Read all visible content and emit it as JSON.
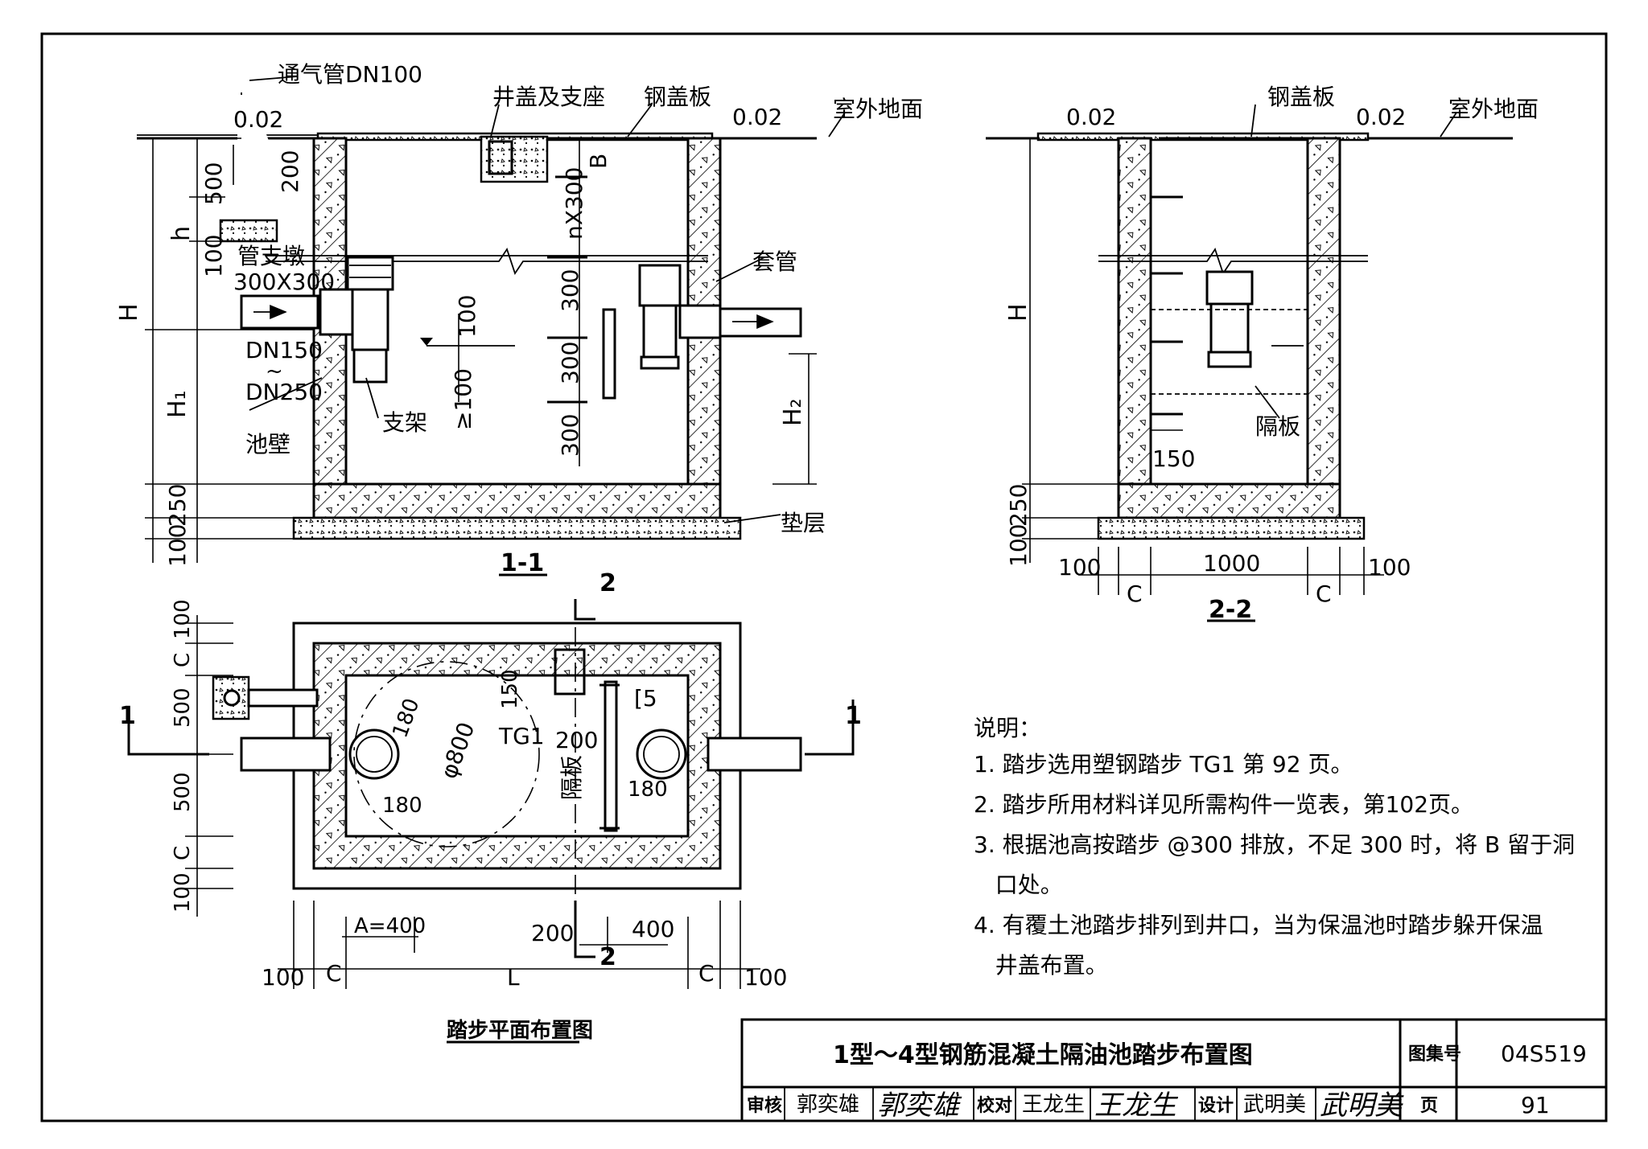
{
  "section_1_1": {
    "title": "1-1",
    "vent_pipe": "通气管DN100",
    "slope_left": "0.02",
    "slope_right": "0.02",
    "cover_support": "井盖及支座",
    "steel_cover": "钢盖板",
    "outdoor_ground": "室外地面",
    "pier": "管支墩",
    "pier_size": "300X300",
    "sleeve": "套管",
    "inlet_dn_top": "DN150",
    "inlet_dn_tilde": "~",
    "inlet_dn_bottom": "DN250",
    "support": "支架",
    "pool_wall": "池壁",
    "cushion": "垫层",
    "H": "H",
    "h": "h",
    "H1": "H₁",
    "H2": "H₂",
    "B": "B",
    "d500": "500",
    "d200": "200",
    "d100a": "100",
    "d100b": "100",
    "nx300": "nX300",
    "d300a": "300",
    "d300b": "300",
    "d300c": "300",
    "ge100": "≥100",
    "d250": "250",
    "d100c": "100"
  },
  "section_2_2": {
    "title": "2-2",
    "slope_left": "0.02",
    "slope_right": "0.02",
    "steel_cover": "钢盖板",
    "outdoor_ground": "室外地面",
    "H": "H",
    "baffle": "隔板",
    "d150": "150",
    "d250": "250",
    "d100": "100",
    "w100_left": "100",
    "w1000": "1000",
    "w100_right": "100",
    "C_left": "C",
    "C_right": "C"
  },
  "plan": {
    "title": "踏步平面布置图",
    "cut_1_left": "1",
    "cut_1_right": "1",
    "cut_2_top": "2",
    "cut_2_bottom": "2",
    "d180a": "180",
    "phi800": "φ800",
    "d150": "150",
    "TG1": "TG1",
    "C5": "[5",
    "d200": "200",
    "baffle": "隔板",
    "d180b": "180",
    "d180c": "180",
    "v100_top": "100",
    "vC_top": "C",
    "v500a": "500",
    "v500b": "500",
    "vC_bottom": "C",
    "v100_bottom": "100",
    "A400": "A=400",
    "w200": "200",
    "w400": "400",
    "w100_left": "100",
    "wC_left": "C",
    "wL": "L",
    "wC_right": "C",
    "w100_right": "100"
  },
  "notes": {
    "heading": "说明：",
    "items": [
      "1. 踏步选用塑钢踏步 TG1 第 92 页。",
      "2. 踏步所用材料详见所需构件一览表，第102页。",
      "3. 根据池高按踏步 @300 排放，不足 300 时，将 B 留于洞",
      "   口处。",
      "4. 有覆土池踏步排列到井口，当为保温池时踏步躲开保温",
      "   井盖布置。"
    ]
  },
  "title_block": {
    "drawing_title": "1型～4型钢筋混凝土隔油池踏步布置图",
    "atlas_label": "图集号",
    "atlas_no": "04S519",
    "review_label": "审核",
    "reviewer": "郭奕雄",
    "reviewer_sig": "郭奕雄",
    "check_label": "校对",
    "checker": "王龙生",
    "checker_sig": "王龙生",
    "design_label": "设计",
    "designer": "武明美",
    "designer_sig": "武明美",
    "page_label": "页",
    "page_no": "91"
  }
}
